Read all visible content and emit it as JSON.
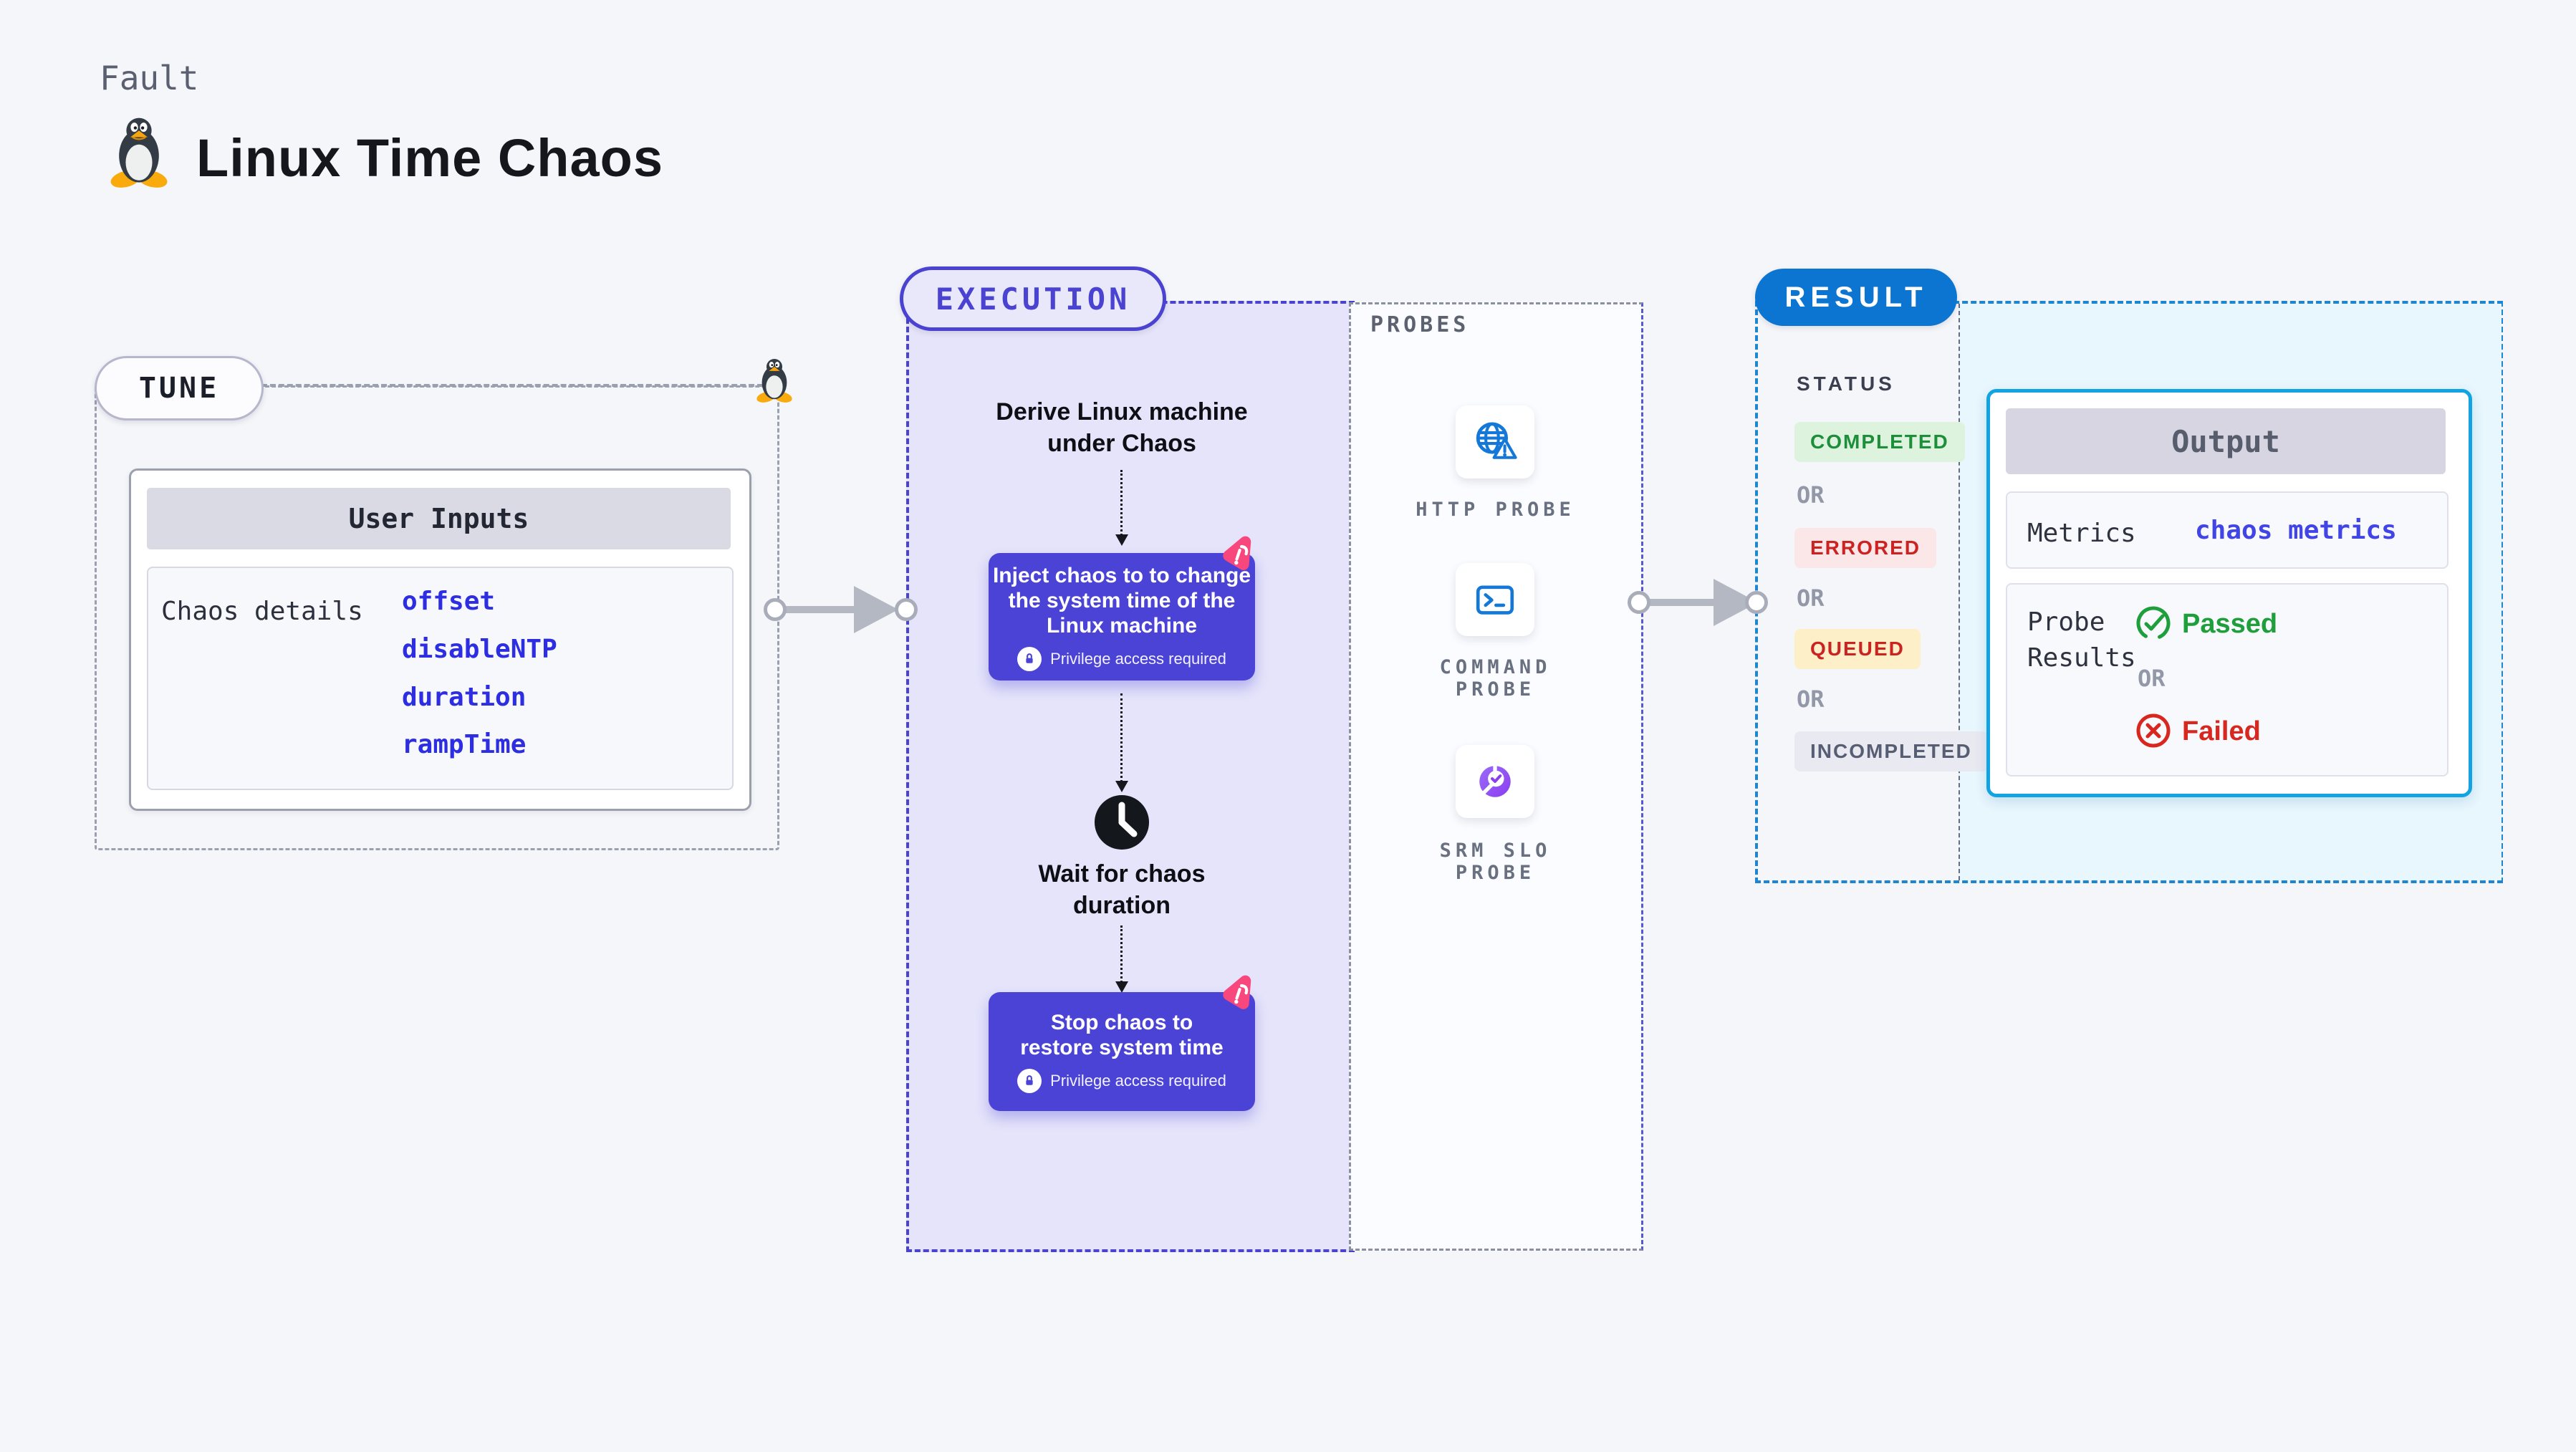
{
  "header": {
    "kicker": "Fault",
    "title": "Linux Time Chaos"
  },
  "tune": {
    "pill": "TUNE",
    "user_inputs_title": "User Inputs",
    "row_label": "Chaos details",
    "params": [
      "offset",
      "disableNTP",
      "duration",
      "rampTime"
    ]
  },
  "execution": {
    "pill": "EXECUTION",
    "derive": [
      "Derive Linux machine",
      "under Chaos"
    ],
    "inject": [
      "Inject chaos to to change",
      "the system time of the",
      "Linux machine"
    ],
    "privilege": "Privilege access required",
    "wait": [
      "Wait for chaos",
      "duration"
    ],
    "stop": [
      "Stop chaos to",
      "restore system time"
    ]
  },
  "probes": {
    "title": "PROBES",
    "http_label": "HTTP PROBE",
    "command_label": [
      "COMMAND",
      "PROBE"
    ],
    "srm_label": [
      "SRM SLO",
      "PROBE"
    ]
  },
  "result": {
    "pill": "RESULT",
    "status_title": "STATUS",
    "or": "OR",
    "statuses": [
      {
        "label": "COMPLETED",
        "fg": "#1d8e3a",
        "bg": "#def3de"
      },
      {
        "label": "ERRORED",
        "fg": "#cb2222",
        "bg": "#fbe7e7"
      },
      {
        "label": "QUEUED",
        "fg": "#cb2222",
        "bg": "#fdf0c8"
      },
      {
        "label": "INCOMPLETED",
        "fg": "#575e73",
        "bg": "#e9e9f1"
      }
    ],
    "output": {
      "title": "Output",
      "metrics_label": "Metrics",
      "metrics_value": "chaos metrics",
      "probe_results": [
        "Probe",
        "Results"
      ],
      "passed": "Passed",
      "or": "OR",
      "failed": "Failed"
    }
  },
  "colors": {
    "page_bg": "#f5f6fa",
    "indigo_accent": "#4a43d1",
    "chaos_box": "#4b43d6",
    "execution_bg": "#e5e4fa",
    "result_blue": "#0c74d1",
    "output_border_cyan": "#12a3e3",
    "result_bg_cyan": "#e8f6fd",
    "param_blue": "#2d2de2",
    "value_blue": "#4145e5",
    "passed_green": "#1f9e3c",
    "failed_red": "#d8271e",
    "chaos_badge_pink": "#f7477d",
    "probe_icon_blue": "#1478d8",
    "slo_purple": "#8b5cf6",
    "arrow_gray": "#b4b8c3"
  }
}
